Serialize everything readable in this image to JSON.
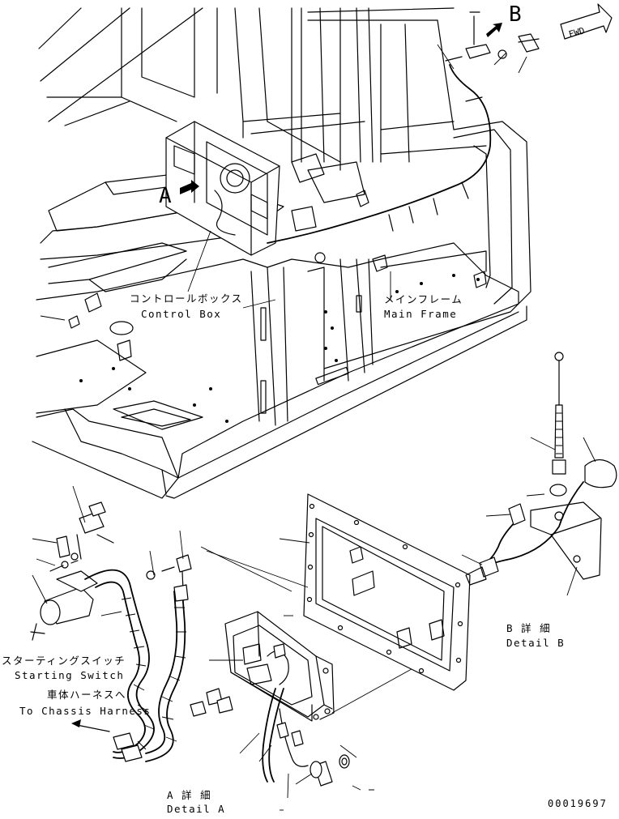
{
  "labels": {
    "control_box_jp": "コントロールボックス",
    "control_box_en": "Control Box",
    "main_frame_jp": "メインフレーム",
    "main_frame_en": "Main Frame",
    "starting_switch_jp": "スターティングスイッチ",
    "starting_switch_en": "Starting Switch",
    "chassis_harness_jp": "車体ハーネスへ",
    "chassis_harness_en": "To Chassis Harness",
    "detail_a_jp": "A 詳 細",
    "detail_a_en": "Detail A",
    "detail_b_jp": "B 詳 細",
    "detail_b_en": "Detail B",
    "view_a": "A",
    "view_b": "B",
    "fwd": "FWD",
    "drawing_number": "00019697"
  }
}
